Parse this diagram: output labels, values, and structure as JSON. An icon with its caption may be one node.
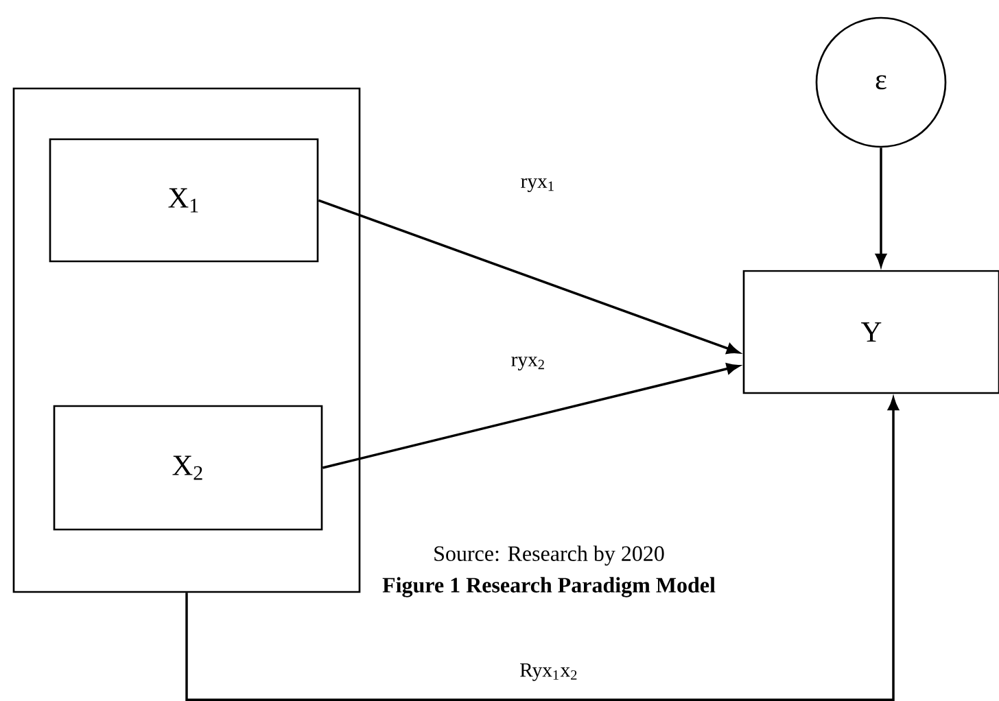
{
  "diagram": {
    "caption": "Figure 1 Research Paradigm Model",
    "nodes": [
      {
        "text": [],
        "shape": "box"
      },
      {
        "text": [
          "X$_{1}$"
        ],
        "in": 0
      },
      {
        "text": [
          "X$_{2}$"
        ],
        "in": 0
      },
      {
        "text": [
          "ε"
        ]
      },
      {
        "text": [
          "Y"
        ]
      }
    ],
    "edges": [
      {
        "from": 1,
        "to": 4,
        "arrow": "to",
        "label": "ryx$_{1}$"
      },
      {
        "from": 2,
        "to": 4,
        "arrow": "to",
        "label": "ryx$_{2}$"
      },
      {
        "from": 3,
        "to": 4,
        "arrow": "to"
      },
      {
        "from": 0,
        "to": 4,
        "arrow": "to",
        "label": "Ryx$_{1}$x$_{2}$"
      }
    ],
    "labels": [
      "Source: Research by 2020"
    ]
  }
}
